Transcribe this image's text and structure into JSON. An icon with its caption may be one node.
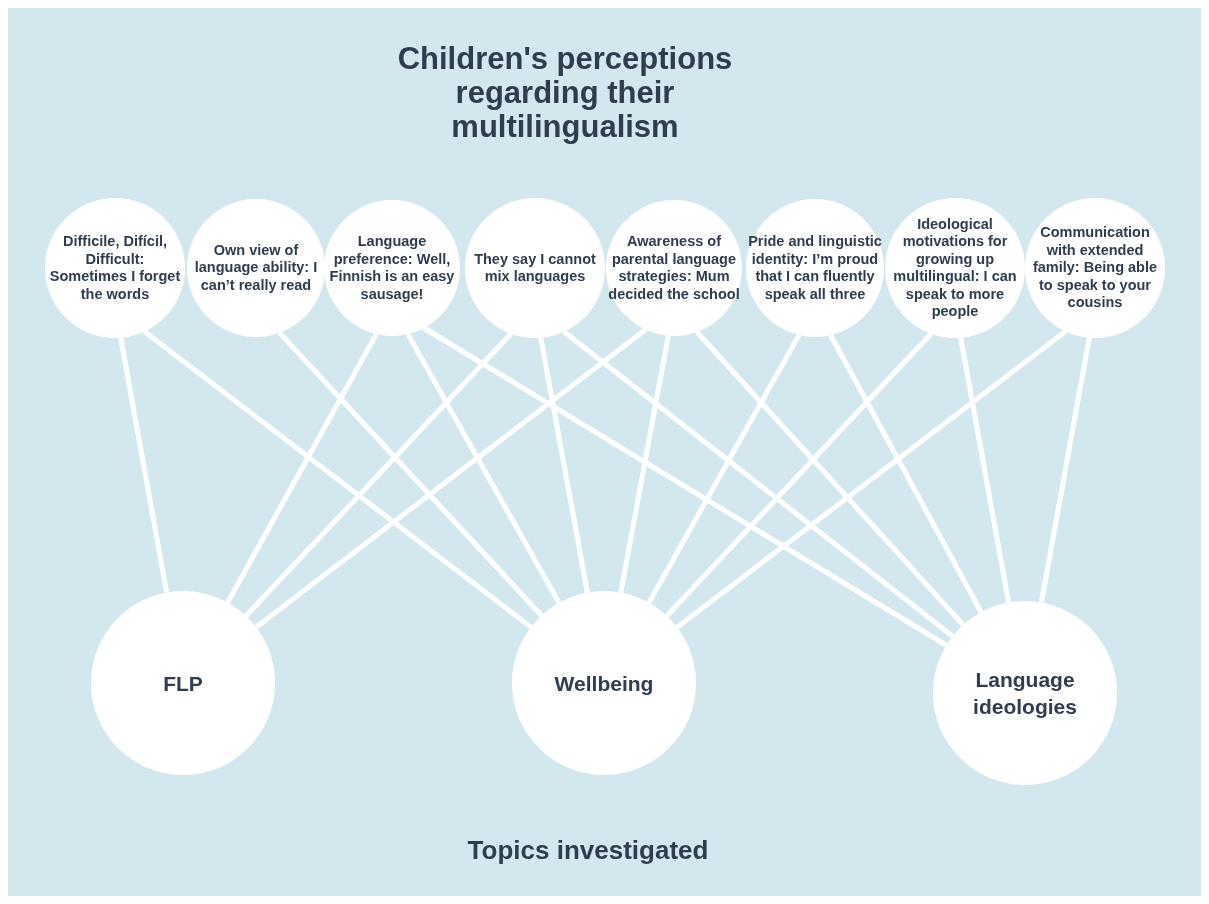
{
  "diagram": {
    "title": "Children's perceptions regarding their multilingualism",
    "nodes": [
      {
        "text": [
          "Difficile, Difícil, Difficult: Sometimes I forget the words"
        ]
      },
      {
        "text": [
          "Own view of language ability: I can’t really read"
        ]
      },
      {
        "text": [
          "Language preference: Well, Finnish is an easy sausage!"
        ]
      },
      {
        "text": [
          "They say I cannot mix languages"
        ]
      },
      {
        "text": [
          "Awareness of parental language strategies: Mum decided the school"
        ]
      },
      {
        "text": [
          "Pride and linguistic identity: I’m proud that I can fluently speak all three"
        ]
      },
      {
        "text": [
          "Ideological motivations for growing up multilingual: I can speak to more people"
        ]
      },
      {
        "text": [
          "Communication with extended family: Being able to speak to your cousins"
        ]
      },
      {
        "text": [
          "FLP"
        ]
      },
      {
        "text": [
          "Wellbeing"
        ]
      },
      {
        "text": [
          "Language ideologies"
        ]
      }
    ],
    "edges": [
      {
        "from": 0,
        "to": 8,
        "arrow": "none"
      },
      {
        "from": 0,
        "to": 9,
        "arrow": "none"
      },
      {
        "from": 1,
        "to": 9,
        "arrow": "none"
      },
      {
        "from": 2,
        "to": 8,
        "arrow": "none"
      },
      {
        "from": 2,
        "to": 9,
        "arrow": "none"
      },
      {
        "from": 2,
        "to": 10,
        "arrow": "none"
      },
      {
        "from": 3,
        "to": 8,
        "arrow": "none"
      },
      {
        "from": 3,
        "to": 9,
        "arrow": "none"
      },
      {
        "from": 3,
        "to": 10,
        "arrow": "none"
      },
      {
        "from": 4,
        "to": 8,
        "arrow": "none"
      },
      {
        "from": 4,
        "to": 9,
        "arrow": "none"
      },
      {
        "from": 4,
        "to": 10,
        "arrow": "none"
      },
      {
        "from": 5,
        "to": 9,
        "arrow": "none"
      },
      {
        "from": 5,
        "to": 10,
        "arrow": "none"
      },
      {
        "from": 6,
        "to": 9,
        "arrow": "none"
      },
      {
        "from": 6,
        "to": 10,
        "arrow": "none"
      },
      {
        "from": 7,
        "to": 9,
        "arrow": "none"
      },
      {
        "from": 7,
        "to": 10,
        "arrow": "none"
      }
    ],
    "labels": [
      "Topics investigated"
    ]
  }
}
